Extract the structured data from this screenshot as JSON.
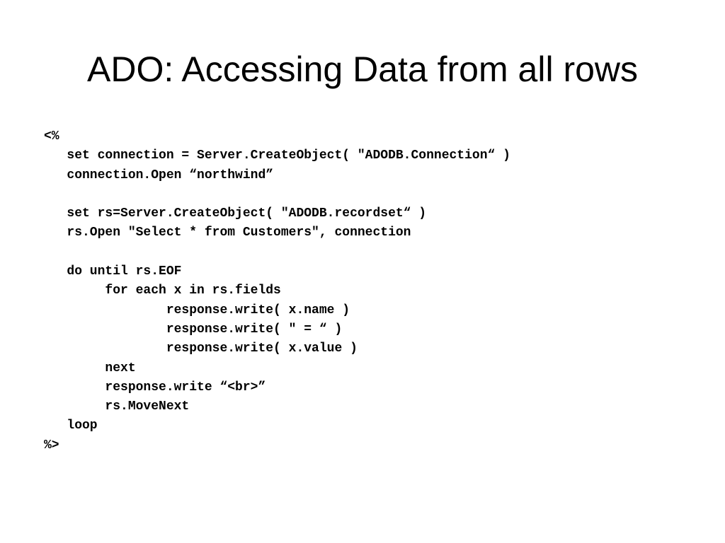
{
  "slide": {
    "title": "ADO: Accessing Data from all rows",
    "code_lines": [
      "<%",
      "   set connection = Server.CreateObject( \"ADODB.Connection“ )",
      "   connection.Open “northwind”",
      "",
      "   set rs=Server.CreateObject( \"ADODB.recordset“ )",
      "   rs.Open \"Select * from Customers\", connection",
      "",
      "   do until rs.EOF",
      "        for each x in rs.fields",
      "                response.write( x.name )",
      "                response.write( \" = “ )",
      "                response.write( x.value )",
      "        next",
      "        response.write “<br>”",
      "        rs.MoveNext",
      "   loop",
      "%>"
    ]
  }
}
